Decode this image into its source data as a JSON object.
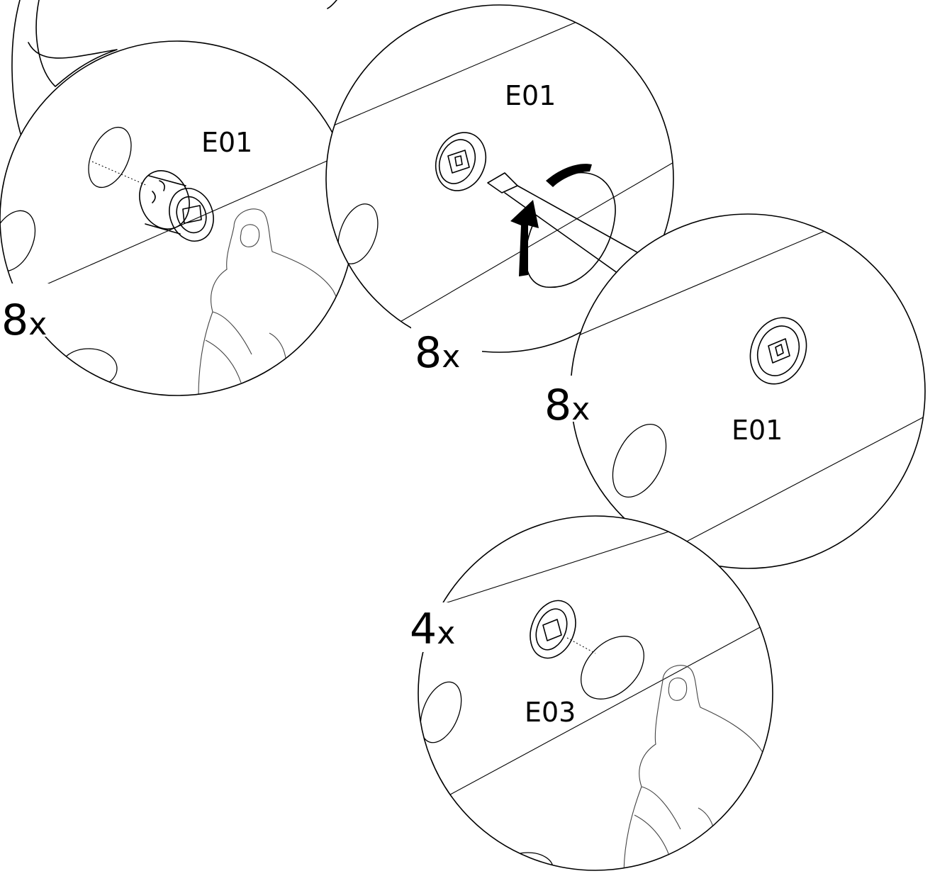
{
  "steps": [
    {
      "part_code": "E01",
      "quantity_label": "8",
      "quantity_suffix": "x"
    },
    {
      "part_code": "E01",
      "quantity_label": "8",
      "quantity_suffix": "x"
    },
    {
      "part_code": "E01",
      "quantity_label": "8",
      "quantity_suffix": "x"
    },
    {
      "part_code": "E03",
      "quantity_label": "4",
      "quantity_suffix": "x"
    }
  ],
  "icons": [
    "cam-bolt-icon",
    "screwdriver-icon",
    "rotation-arrow-icon",
    "finger-press-icon",
    "cam-lock-head-icon"
  ]
}
